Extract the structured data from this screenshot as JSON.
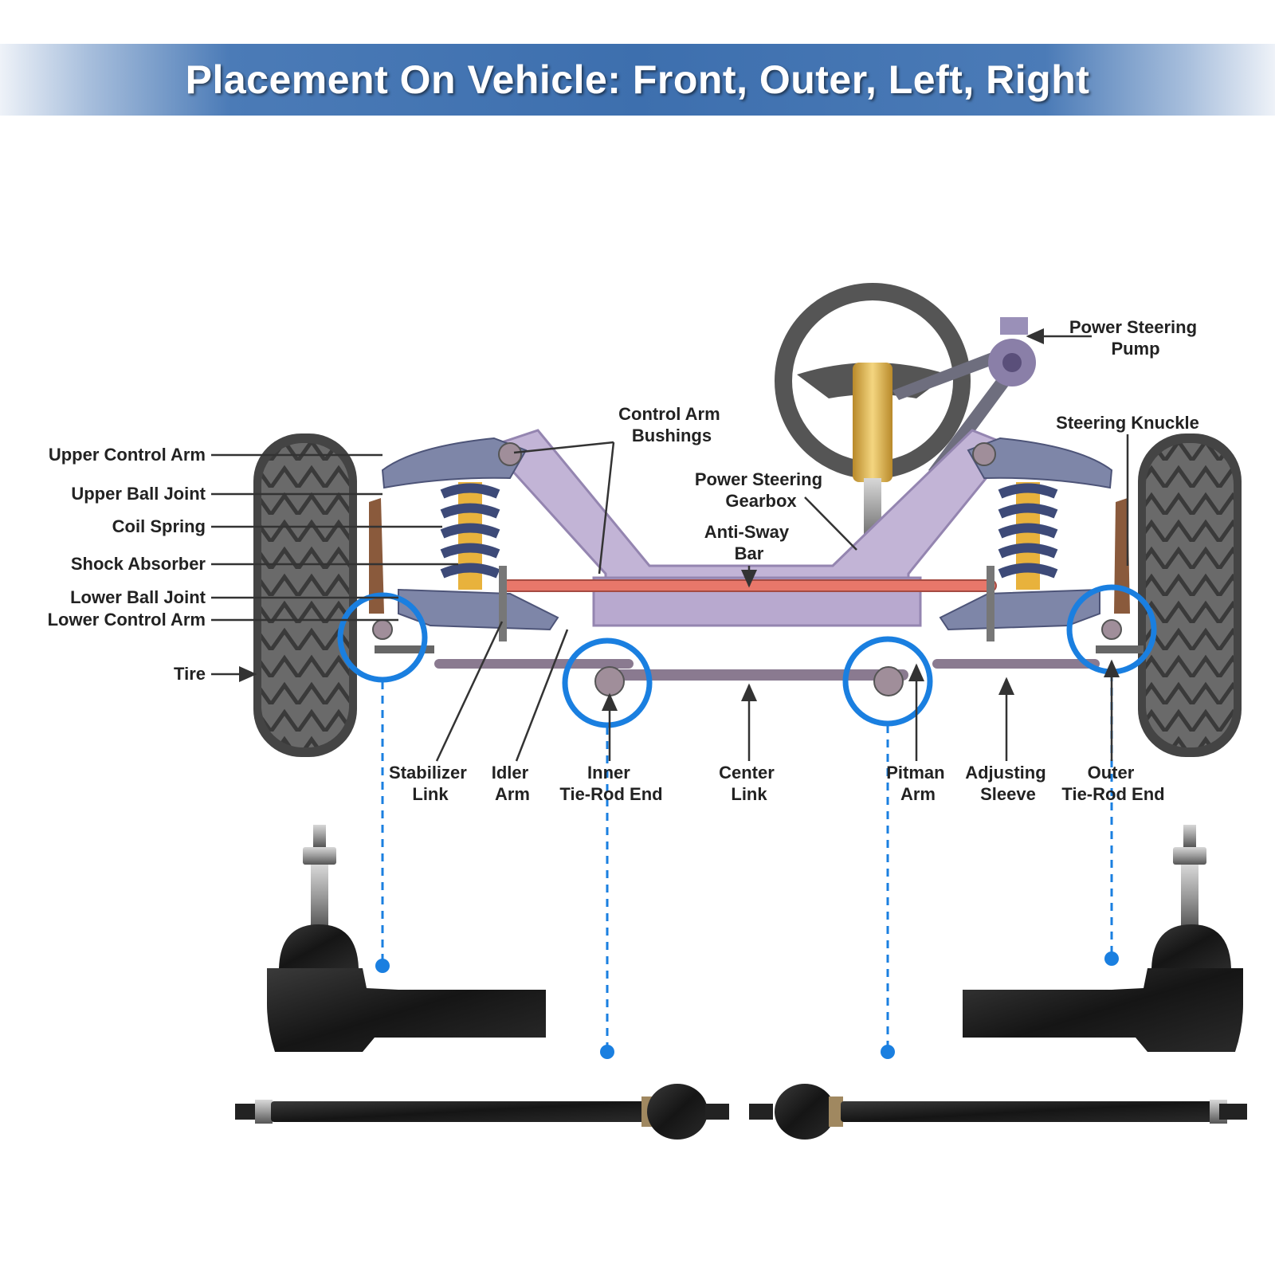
{
  "title": "Placement On Vehicle: Front, Outer, Left, Right",
  "labels": {
    "upper_control_arm": "Upper Control Arm",
    "upper_ball_joint": "Upper Ball Joint",
    "coil_spring": "Coil Spring",
    "shock_absorber": "Shock Absorber",
    "lower_ball_joint": "Lower Ball Joint",
    "lower_control_arm": "Lower Control Arm",
    "tire": "Tire",
    "control_arm_bushings": [
      "Control Arm",
      "Bushings"
    ],
    "power_steering_gearbox": [
      "Power Steering",
      "Gearbox"
    ],
    "anti_sway_bar": [
      "Anti-Sway",
      "Bar"
    ],
    "power_steering_pump": [
      "Power Steering",
      "Pump"
    ],
    "steering_knuckle": "Steering Knuckle",
    "stabilizer_link": [
      "Stabilizer",
      "Link"
    ],
    "idler_arm": [
      "Idler",
      "Arm"
    ],
    "inner_tie_rod_end": [
      "Inner",
      "Tie-Rod End"
    ],
    "center_link": [
      "Center",
      "Link"
    ],
    "pitman_arm": [
      "Pitman",
      "Arm"
    ],
    "adjusting_sleeve": [
      "Adjusting",
      "Sleeve"
    ],
    "outer_tie_rod_end": [
      "Outer",
      "Tie-Rod End"
    ]
  },
  "colors": {
    "highlight_ring": "#1a7fe0",
    "frame": "#c2b4d6",
    "sway_bar": "#e8776a",
    "tire": "#5a5a5a",
    "spring": "#3d4a78",
    "shock": "#e8b23c",
    "knuckle": "#8a5a3c"
  }
}
